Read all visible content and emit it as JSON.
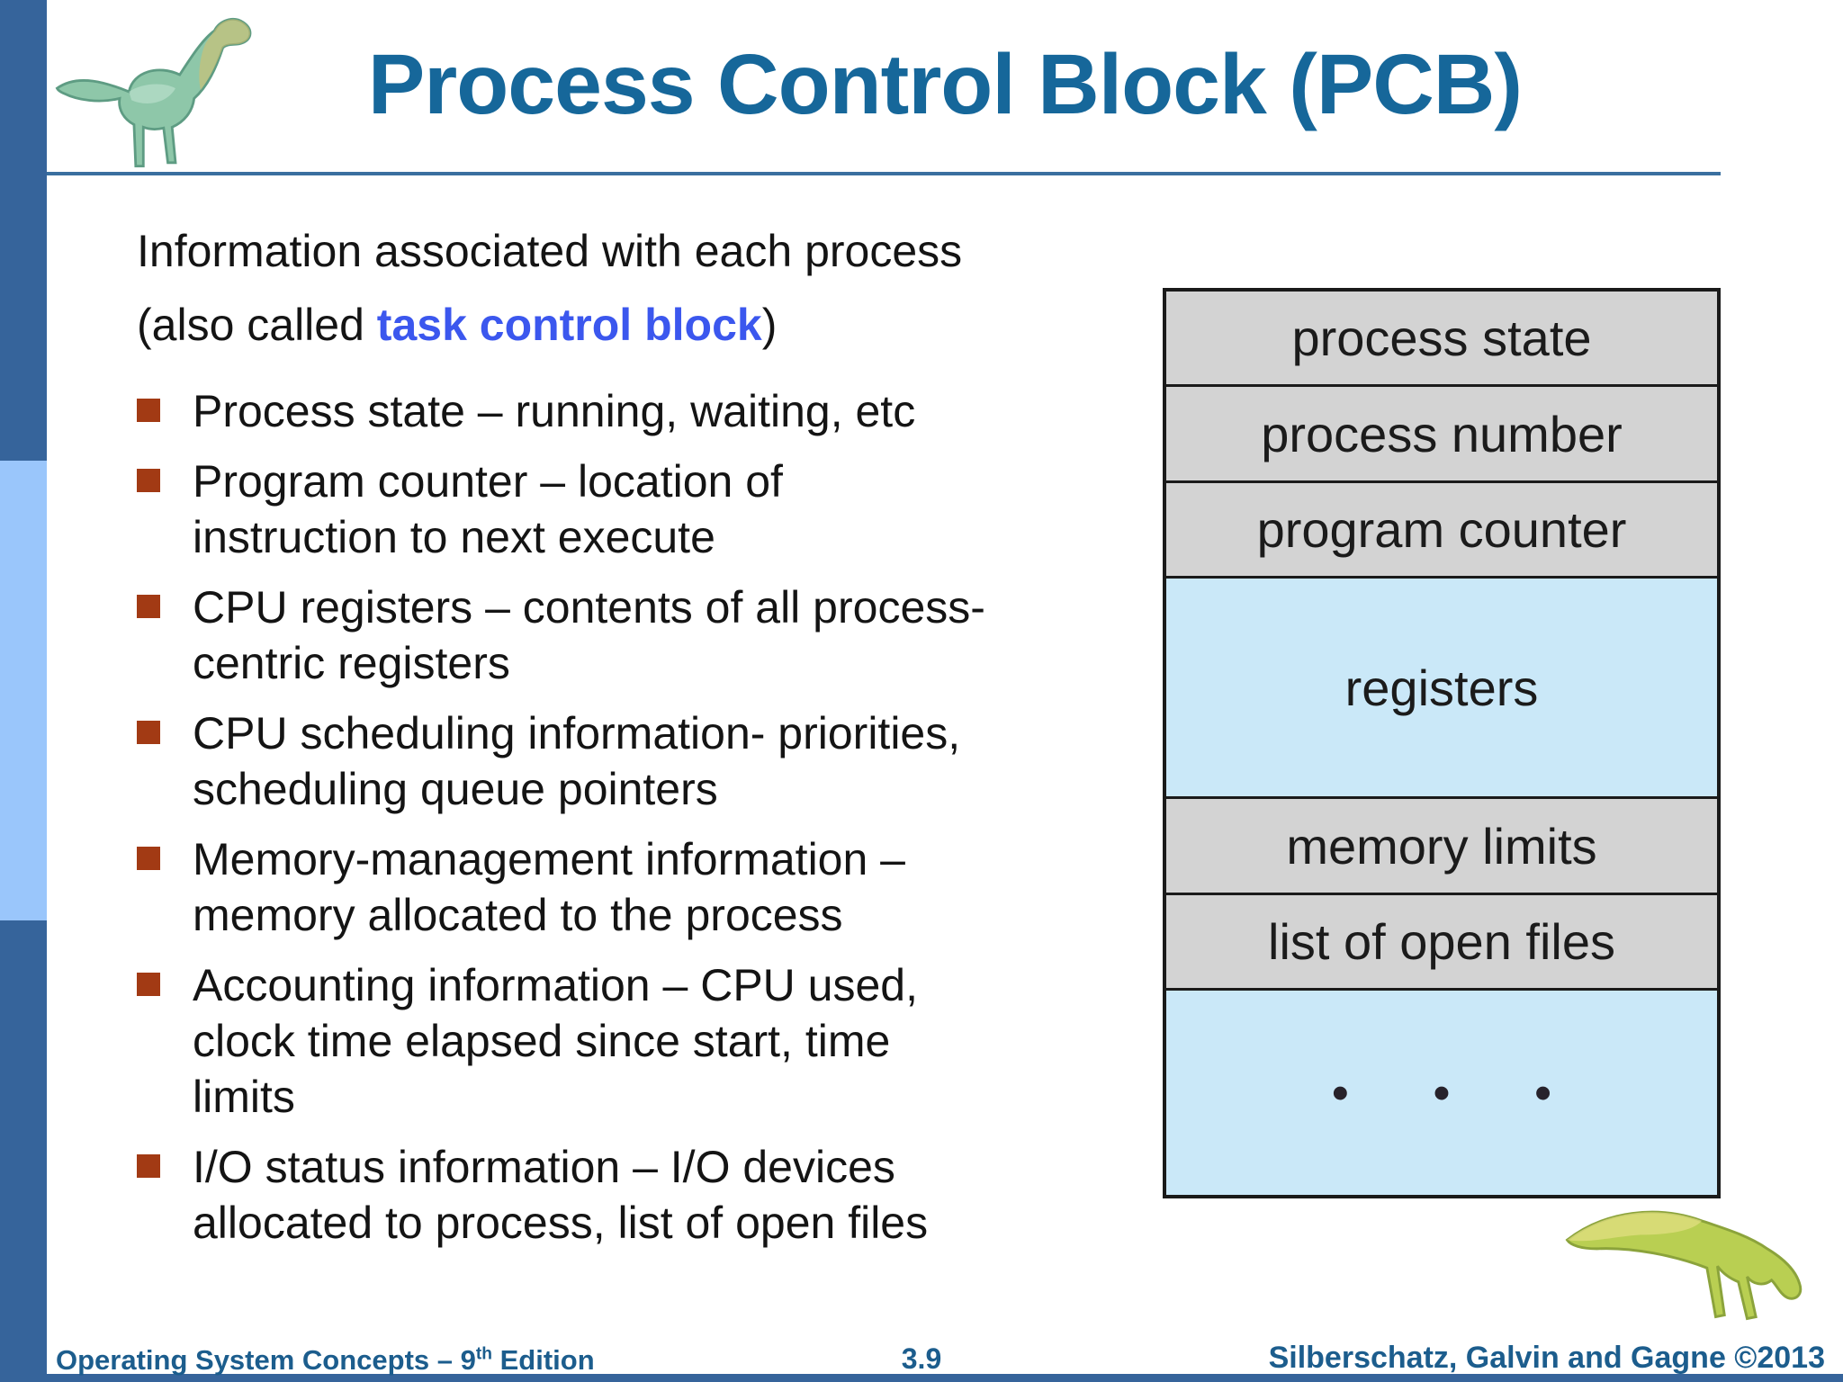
{
  "slide": {
    "title": "Process Control Block (PCB)",
    "intro": {
      "line1": "Information associated with each process",
      "line2_prefix": "(also called ",
      "highlight": "task control block",
      "line2_suffix": ")"
    },
    "bullets": [
      {
        "text": "Process state – running, waiting, etc"
      },
      {
        "text": "Program counter – location of\ninstruction to next execute"
      },
      {
        "text": "CPU registers – contents of all process-\ncentric registers"
      },
      {
        "text": "CPU scheduling information- priorities,\nscheduling queue pointers"
      },
      {
        "text": "Memory-management information –\nmemory allocated to the process"
      },
      {
        "text": "Accounting information – CPU used,\nclock time elapsed since start, time\nlimits"
      },
      {
        "text": "I/O status information – I/O devices\nallocated to process, list of open files"
      }
    ],
    "diagram": {
      "rows": [
        {
          "label": "process state"
        },
        {
          "label": "process number"
        },
        {
          "label": "program counter"
        },
        {
          "label": "registers"
        },
        {
          "label": "memory limits"
        },
        {
          "label": "list of open files"
        },
        {
          "label": "•  •  •"
        }
      ]
    },
    "footer": {
      "left_prefix": "Operating System Concepts – 9",
      "left_sup": "th",
      "left_suffix": " Edition",
      "page_number": "3.9",
      "right": "Silberschatz, Galvin and Gagne ©2013"
    },
    "colors": {
      "title_blue": "#16679a",
      "footer_blue": "#1c5d8d",
      "sidebar_dark_blue": "#36649b",
      "sidebar_light_blue": "#9ac6fb",
      "rule_blue": "#3a6f9f",
      "bullet_maroon": "#a23a14",
      "highlight_blue": "#3b57ee",
      "diagram_gray": "#d3d3d3",
      "diagram_light_blue": "#cae8f8"
    }
  }
}
